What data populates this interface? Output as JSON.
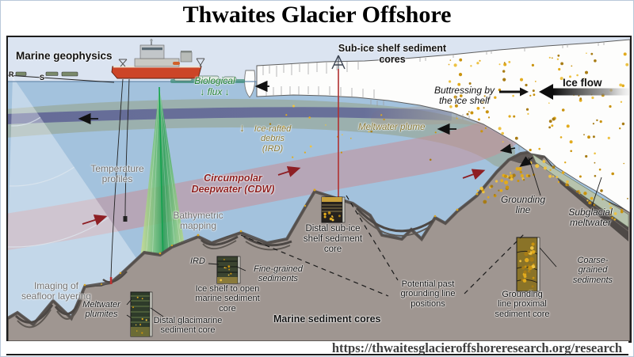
{
  "title": "Thwaites Glacier Offshore",
  "url": "https://thwaitesglacieroffshoreresearch.org/research",
  "colors": {
    "water": "#a3c2dd",
    "sky": "#dbe4f1",
    "bedrock": "#9f9691",
    "cdw_band": "#c69098",
    "plume_band": "#949e80",
    "purple_current": "#5c6094",
    "sonar_fan_green": "#2f9e57",
    "ship_hull": "#cc4527",
    "gold_sediment": "#e0a81f",
    "label_gray": "#6e6e6e",
    "label_green": "#1e7d32",
    "label_olive": "#857634",
    "label_darkred": "#8e1f1f"
  },
  "labels": {
    "marine_geophysics": "Marine geophysics",
    "receiver": "R",
    "source": "S",
    "biological_flux_line1": "Biological",
    "biological_flux_line2": "↓ flux ↓",
    "sub_ice_cores": "Sub-ice shelf sediment\ncores",
    "buttressing": "Buttressing by\nthe ice shelf",
    "ice_flow": "Ice flow",
    "ird_arrow": "↓",
    "ird_flux": "Ice-rafted\ndebris\n(IRD)",
    "meltwater_plume": "Meltwater plume",
    "temperature_profiles": "Temperature\nprofiles",
    "cdw": "Circumpolar\nDeepwater (CDW)",
    "bathymetric": "Bathymetric\nmapping",
    "grounding_line": "Grounding\nline",
    "subglacial_meltwater": "Subglacial\nmeltwater",
    "imaging_seafloor": "Imaging of\nseafloor layering",
    "meltwater_plumites": "Meltwater\nplumites",
    "distal_glacimarine": "Distal glacimarine\nsediment core",
    "ird": "IRD",
    "fine_grained": "Fine-grained\nsediments",
    "ice_shelf_open_core": "Ice shelf to open\nmarine sediment\ncore",
    "marine_sediment_cores": "Marine sediment cores",
    "distal_sub_ice_core": "Distal sub-ice\nshelf sediment\ncore",
    "potential_past": "Potential past\ngrounding line\npositions",
    "coarse_grained": "Coarse-\ngrained\nsediments",
    "gl_proximal_core": "Grounding\nline proximal\nsediment core"
  }
}
